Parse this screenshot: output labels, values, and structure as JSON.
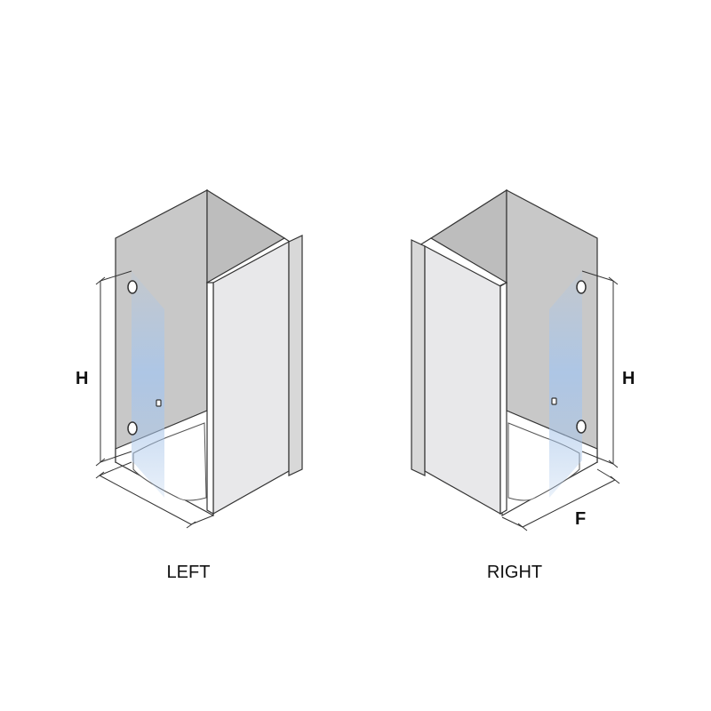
{
  "diagrams": [
    {
      "id": "left",
      "caption": "LEFT",
      "height_label": "H"
    },
    {
      "id": "right",
      "caption": "RIGHT",
      "height_label": "H",
      "width_label": "F"
    }
  ],
  "colors": {
    "wall": "#c8c8c8",
    "wall_dark": "#bdbdbd",
    "panel": "#e8e8ea",
    "tray": "#ffffff",
    "glass": "#a9c6ea",
    "outline": "#333333"
  }
}
